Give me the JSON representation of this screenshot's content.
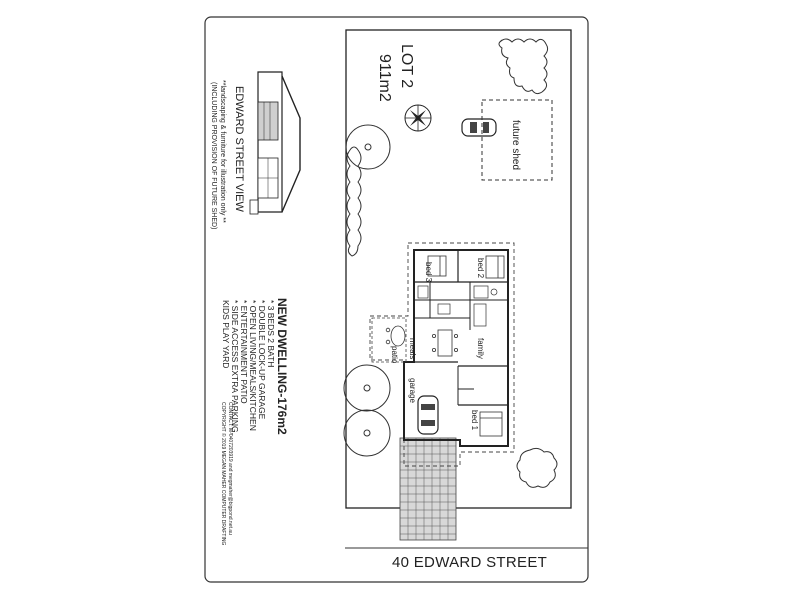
{
  "street": {
    "name": "40 EDWARD STREET"
  },
  "lot": {
    "number": "LOT 2",
    "area": "911m2",
    "shed_label": "future shed"
  },
  "elevation": {
    "title": "EDWARD STREET VIEW",
    "note_line1": "**landscaping & furniture for illustration only **",
    "note_line2": "(INCLUDING PROVISION OF FUTURE SHED)"
  },
  "dwelling": {
    "title": "NEW DWELLING-176m2",
    "features": [
      "* 3 BEDS 2 BATH",
      "* DOUBLE LOCK-UP GARAGE",
      "* OPEN LIVING/MEALS/KITCHEN",
      "* ENTERTAINMENT PATIO",
      "* SIDE ACCESS EXTRA PARKING,",
      "  KIDS PLAY YARD"
    ]
  },
  "rooms": {
    "bed1": "bed 1",
    "bed2": "bed 2",
    "bed3": "bed 3",
    "family": "family",
    "meals": "meals",
    "garage": "garage",
    "patio": "patio"
  },
  "copyright": {
    "line1": "COPYRIGHT   © 2019 MEGAN MAHER COMPUTER DRAFTING",
    "line2": "CONTACT: M-0407203919 and megmaher@bigpond.net.au"
  }
}
